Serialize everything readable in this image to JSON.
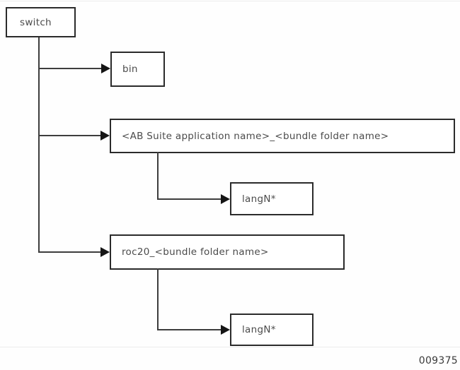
{
  "figure": {
    "caption": "009375",
    "nodes": {
      "switch": {
        "label": "switch"
      },
      "bin": {
        "label": "bin"
      },
      "app_bundle": {
        "label": "<AB Suite application name>_<bundle folder name>"
      },
      "app_bundle_lang": {
        "label": "langN*"
      },
      "roc20_bundle": {
        "label": "roc20_<bundle folder name>"
      },
      "roc20_bundle_lang": {
        "label": "langN*"
      }
    },
    "edges": [
      {
        "from": "switch",
        "to": "bin"
      },
      {
        "from": "switch",
        "to": "app_bundle"
      },
      {
        "from": "app_bundle",
        "to": "app_bundle_lang"
      },
      {
        "from": "switch",
        "to": "roc20_bundle"
      },
      {
        "from": "roc20_bundle",
        "to": "roc20_bundle_lang"
      }
    ],
    "colors": {
      "line": "#3d3d3d",
      "arrow": "#151515",
      "box_border": "#2b2b2b",
      "text": "#4b4b4b",
      "background": "#fefefe",
      "rule": "#ececec"
    }
  }
}
